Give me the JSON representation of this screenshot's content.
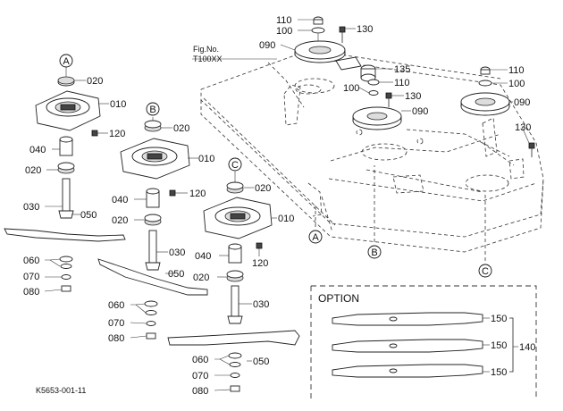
{
  "figure": {
    "fig_caption_line1": "Fig.No.",
    "fig_caption_line2": "T100XX",
    "drawing_code": "K5653-001-11",
    "option_title": "OPTION"
  },
  "callouts": {
    "A": "A",
    "B": "B",
    "C": "C",
    "p010": "010",
    "p020": "020",
    "p030": "030",
    "p040": "040",
    "p050": "050",
    "p060": "060",
    "p070": "070",
    "p080": "080",
    "p090": "090",
    "p100": "100",
    "p110": "110",
    "p120": "120",
    "p130": "130",
    "p135": "135",
    "p140": "140",
    "p150": "150"
  }
}
